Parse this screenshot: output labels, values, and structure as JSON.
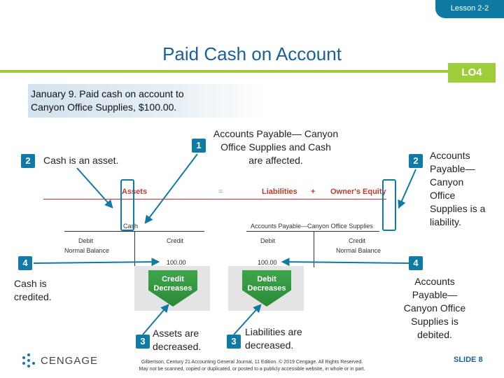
{
  "header": {
    "lesson": "Lesson 2-2",
    "title": "Paid Cash on Account",
    "lo": "LO4"
  },
  "transaction": {
    "line1": "January 9. Paid cash on account to",
    "line2": "Canyon Office Supplies, $100.00."
  },
  "callouts": {
    "step1": {
      "num": "1",
      "text": "Accounts Payable— Canyon Office Supplies and Cash are affected."
    },
    "step2_left": {
      "num": "2",
      "text": "Cash is an asset."
    },
    "step2_right": {
      "num": "2",
      "text": "Accounts Payable— Canyon Office Supplies is a liability."
    },
    "step3_left": {
      "num": "3",
      "text": "Assets are decreased."
    },
    "step3_right": {
      "num": "3",
      "text": "Liabilities are decreased."
    },
    "step4_left": {
      "num": "4",
      "text": "Cash is credited."
    },
    "step4_right": {
      "num": "4",
      "text": "Accounts Payable— Canyon Office Supplies is debited."
    }
  },
  "equation": {
    "assets": "Assets",
    "equals": "=",
    "liabilities": "Liabilities",
    "plus": "+",
    "owners_equity": "Owner's Equity",
    "cash_account": "Cash",
    "ap_account": "Accounts Payable—Canyon Office Supplies",
    "debit": "Debit",
    "credit": "Credit",
    "normal_balance": "Normal Balance",
    "cash_amount": "100.00",
    "ap_amount": "100.00"
  },
  "chevrons": {
    "credit": "Credit Decreases",
    "debit": "Debit Decreases"
  },
  "footer": {
    "brand": "CENGAGE",
    "line1": "Gilbertson, Century 21 Accounting General Journal, 11 Edition. © 2019 Cengage. All Rights Reserved.",
    "line2": "May not be scanned, copied or duplicated, or posted to a publicly accessible website, in whole or in part.",
    "slide": "SLIDE 8"
  },
  "colors": {
    "brand_blue": "#0f7aa3",
    "title_blue": "#1a5f99",
    "accent_green": "#9fcc3b",
    "chevron_green": "#3ea54a",
    "equation_red": "#c0392b"
  }
}
